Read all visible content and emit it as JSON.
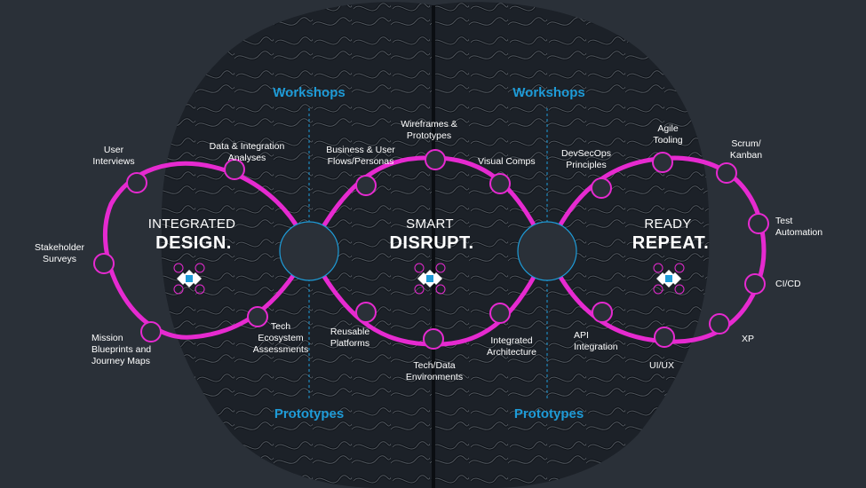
{
  "phases": {
    "workshops_left": "Workshops",
    "workshops_right": "Workshops",
    "prototypes_left": "Prototypes",
    "prototypes_right": "Prototypes"
  },
  "stages": [
    {
      "small": "INTEGRATED",
      "big": "DESIGN."
    },
    {
      "small": "SMART",
      "big": "DISRUPT."
    },
    {
      "small": "READY",
      "big": "REPEAT."
    }
  ],
  "nodes": {
    "user_interviews": "User\nInterviews",
    "data_integration": "Data & Integration\nAnalyses",
    "stakeholder_surveys": "Stakeholder\nSurveys",
    "mission_blueprints": "Mission\nBlueprints and\nJourney Maps",
    "tech_ecosystem": "Tech\nEcosystem\nAssessments",
    "business_flows": "Business & User\nFlows/Personas",
    "wireframes": "Wireframes &\nPrototypes",
    "visual_comps": "Visual Comps",
    "reusable_platforms": "Reusable\nPlatforms",
    "tech_data_env": "Tech/Data\nEnvironments",
    "integrated_architecture": "Integrated\nArchitecture",
    "devsecops": "DevSecOps\nPrinciples",
    "agile_tooling": "Agile\nTooling",
    "scrum_kanban": "Scrum/\nKanban",
    "test_automation": "Test\nAutomation",
    "ci_cd": "CI/CD",
    "xp": "XP",
    "ui_ux": "UI/UX",
    "api_integration": "API\nIntegration"
  },
  "colors": {
    "background": "#2a3038",
    "loop": "#e62ad0",
    "accent": "#1e9bd7",
    "node_fill": "#2a3038",
    "text": "#ffffff"
  },
  "icons": [
    "brain-icon",
    "cube-cluster-icon"
  ]
}
